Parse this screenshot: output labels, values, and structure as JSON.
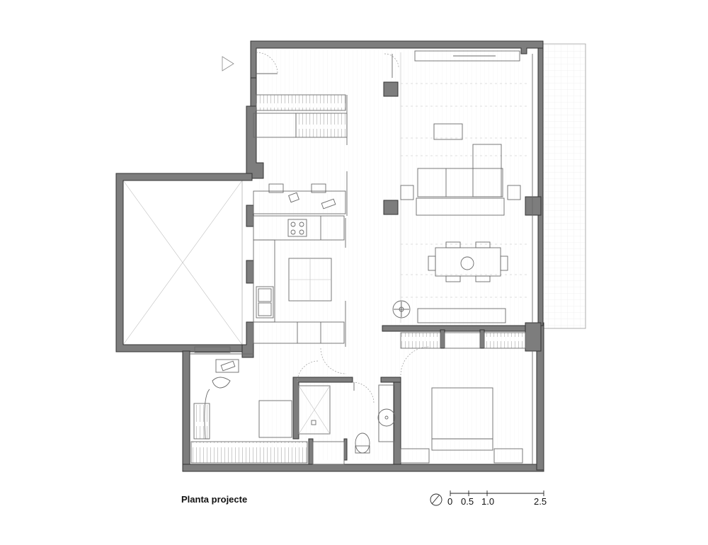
{
  "title": "Planta projecte",
  "scale": {
    "labels": [
      "0",
      "0.5",
      "1.0",
      "2.5"
    ]
  },
  "north_arrow": "north-arrow-icon"
}
